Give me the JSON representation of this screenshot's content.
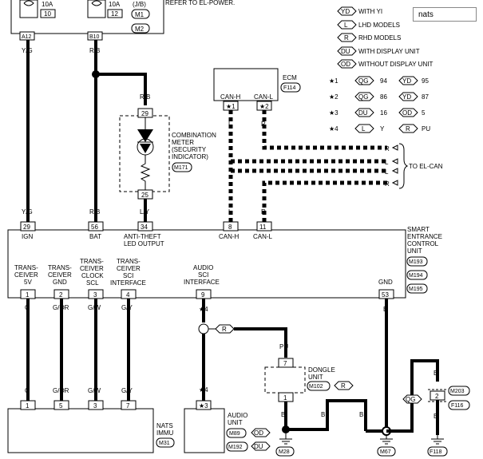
{
  "search": {
    "value": "nats"
  },
  "top": {
    "fuse_left": {
      "amp": "10A",
      "num": "10"
    },
    "fuse_right": {
      "amp": "10A",
      "num": "12"
    },
    "jb": "(J/B)",
    "m1": "M1",
    "m2": "M2",
    "refer": "REFER TO EL-POWER.",
    "a12": "A12",
    "b10": "B10"
  },
  "legend": {
    "items": [
      {
        "code": "YD",
        "text": "WITH YI"
      },
      {
        "code": "L",
        "text": "LHD MODELS"
      },
      {
        "code": "R",
        "text": "RHD MODELS"
      },
      {
        "code": "DU",
        "text": "WITH DISPLAY UNIT"
      },
      {
        "code": "OD",
        "text": "WITHOUT DISPLAY UNIT"
      }
    ],
    "stars": [
      {
        "star": "★1",
        "a_code": "QG",
        "a_val": "94",
        "b_code": "YD",
        "b_val": "95"
      },
      {
        "star": "★2",
        "a_code": "QG",
        "a_val": "86",
        "b_code": "YD",
        "b_val": "87"
      },
      {
        "star": "★3",
        "a_code": "DU",
        "a_val": "16",
        "b_code": "OD",
        "b_val": "5"
      },
      {
        "star": "★4",
        "a_code": "L",
        "a_val": "Y",
        "b_code": "R",
        "b_val": "PU"
      }
    ]
  },
  "ecm": {
    "title": "ECM",
    "conn": "F114",
    "pin1_label": "CAN-H",
    "pin1": "★1",
    "pin2_label": "CAN-L",
    "pin2": "★2"
  },
  "el_can": {
    "label": "TO EL-CAN",
    "wires": [
      "R",
      "L",
      "L",
      "R"
    ]
  },
  "meter": {
    "title": "COMBINATION METER (SECURITY INDICATOR)",
    "lines": [
      "COMBINATION",
      "METER",
      "(SECURITY",
      "INDICATOR)"
    ],
    "conn": "M171",
    "pin_top": "29",
    "pin_bottom": "25",
    "wire_top": "R/B",
    "wire_bottom": "L/Y"
  },
  "wires_upper": {
    "yg": "Y/G",
    "rb": "R/B",
    "can_l1": "L",
    "can_l2": "R"
  },
  "sec": {
    "lines": [
      "SMART",
      "ENTRANCE",
      "CONTROL",
      "UNIT"
    ],
    "conns": [
      "M193",
      "M194",
      "M195"
    ],
    "top_pins": [
      {
        "pin": "29",
        "label": "IGN",
        "wire": "Y/G"
      },
      {
        "pin": "56",
        "label": "BAT",
        "wire": "R/B"
      },
      {
        "pin": "34",
        "label": "ANTI-THEFT",
        "label2": "LED OUTPUT",
        "wire": "L/Y"
      },
      {
        "pin": "8",
        "label": "CAN-H",
        "wire": "L"
      },
      {
        "pin": "11",
        "label": "CAN-L",
        "wire": "R"
      }
    ],
    "bottom_pins": [
      {
        "pin": "1",
        "lines": [
          "TRANS-",
          "CEIVER",
          "5V"
        ],
        "wire": "G"
      },
      {
        "pin": "2",
        "lines": [
          "TRANS-",
          "CEIVER",
          "GND"
        ],
        "wire": "G/OR"
      },
      {
        "pin": "3",
        "lines": [
          "TRANS-",
          "CEIVER",
          "CLOCK",
          "SCL"
        ],
        "wire": "G/W"
      },
      {
        "pin": "4",
        "lines": [
          "TRANS-",
          "CEIVER",
          "SCI",
          "INTERFACE"
        ],
        "wire": "G/Y"
      },
      {
        "pin": "9",
        "lines": [
          "AUDIO",
          "SCI",
          "INTERFACE"
        ],
        "wire": "★4"
      },
      {
        "pin": "53",
        "lines": [
          "GND"
        ],
        "wire": "B"
      }
    ]
  },
  "nats": {
    "lines": [
      "NATS",
      "IMMU"
    ],
    "conn": "M31",
    "pins": [
      "1",
      "5",
      "3",
      "7"
    ],
    "wires": [
      "G",
      "G/OR",
      "G/W",
      "G/Y"
    ]
  },
  "audio": {
    "lines": [
      "AUDIO",
      "UNIT"
    ],
    "pin": "★3",
    "wire": "★4",
    "conn1": "M89",
    "conn1_code": "OD",
    "conn2": "M192",
    "conn2_code": "DU"
  },
  "dongle": {
    "lines": [
      "DONGLE",
      "UNIT"
    ],
    "conn": "M102",
    "code": "R",
    "pin_top": "7",
    "pin_bottom": "1",
    "wire_top": "PU",
    "wire_bottom": "B"
  },
  "grounds": {
    "g1": "M28",
    "g2": "M67",
    "g3": "F118"
  },
  "misc": {
    "r_tag": "R",
    "qg_tag": "QG",
    "b": "B",
    "m203": "M203",
    "f116": "F116",
    "pin2": "2"
  }
}
